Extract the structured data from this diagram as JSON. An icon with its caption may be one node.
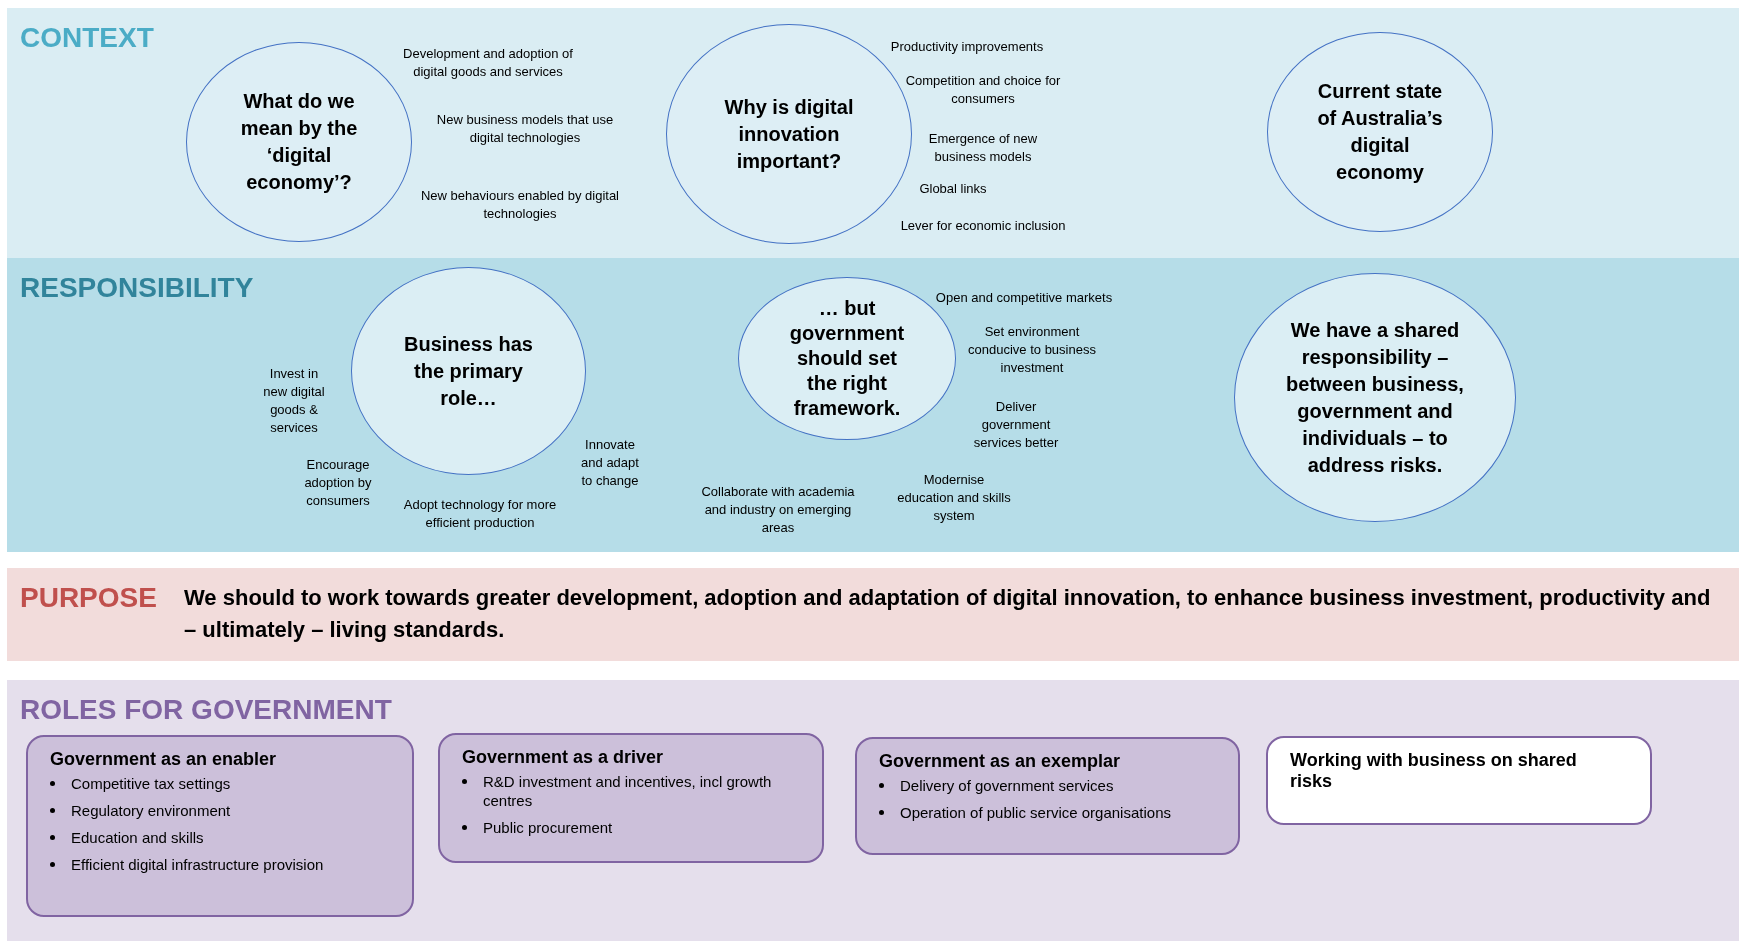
{
  "diagram": {
    "nodes": [
      {
        "text": [
          "CONTEXT"
        ]
      },
      {
        "text": [
          "What do we mean by the ‘digital economy’?"
        ],
        "in": 0,
        "beside": [
          "Development and adoption of digital goods and services",
          "New business models that use digital technologies",
          "New behaviours enabled by digital technologies"
        ]
      },
      {
        "text": [
          "Why is digital innovation important?"
        ],
        "in": 0,
        "beside": [
          "Productivity improvements",
          "Competition and choice for consumers",
          "Emergence of new business models",
          "Global links",
          "Lever for economic inclusion"
        ]
      },
      {
        "text": [
          "Current state of Australia’s digital economy"
        ],
        "in": 0
      },
      {
        "text": [
          "RESPONSIBILITY"
        ]
      },
      {
        "text": [
          "Business has the primary role…"
        ],
        "in": 4,
        "beside": [
          "Invest in new digital goods & services",
          "Encourage adoption by consumers",
          "Adopt technology for more efficient production",
          "Innovate and adapt to change"
        ]
      },
      {
        "text": [
          "… but government should set the right framework."
        ],
        "in": 4,
        "beside": [
          "Open and competitive markets",
          "Set environment conducive to business investment",
          "Deliver government services better",
          "Modernise education and skills system",
          "Collaborate with academia and industry on emerging areas"
        ]
      },
      {
        "text": [
          "We have a shared responsibility – between business, government and individuals – to address risks."
        ],
        "in": 4
      },
      {
        "text": [
          "PURPOSE",
          "We should to work towards greater development, adoption and adaptation of digital innovation, to enhance business investment, productivity and – ultimately – living standards."
        ]
      },
      {
        "text": [
          "ROLES FOR GOVERNMENT"
        ]
      },
      {
        "text": [
          "Government as an enabler",
          "Competitive tax settings",
          "Regulatory environment",
          "Education and skills",
          "Efficient digital infrastructure provision"
        ],
        "in": 9
      },
      {
        "text": [
          "Government as a driver",
          "R&D investment  and incentives, incl growth centres",
          "Public procurement"
        ],
        "in": 9
      },
      {
        "text": [
          "Government as an exemplar",
          "Delivery of government  services",
          "Operation of public service organisations"
        ],
        "in": 9
      },
      {
        "text": [
          "Working with business on shared risks"
        ],
        "in": 9
      }
    ],
    "edges": []
  }
}
